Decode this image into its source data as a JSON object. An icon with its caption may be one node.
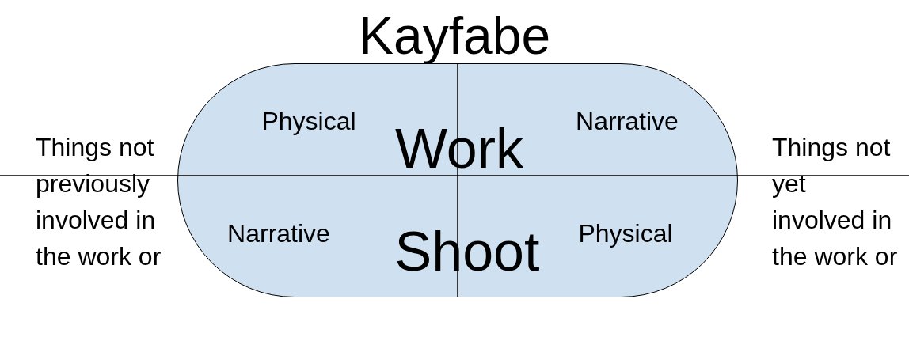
{
  "diagram": {
    "title": "Kayfabe",
    "nodes": [
      {
        "text": [
          "Physical",
          "Work",
          "Narrative",
          "Narrative",
          "Shoot",
          "Physical"
        ]
      }
    ],
    "labels": [
      "Things not previously involved in the work or",
      "Things not yet involved in the work or"
    ]
  }
}
